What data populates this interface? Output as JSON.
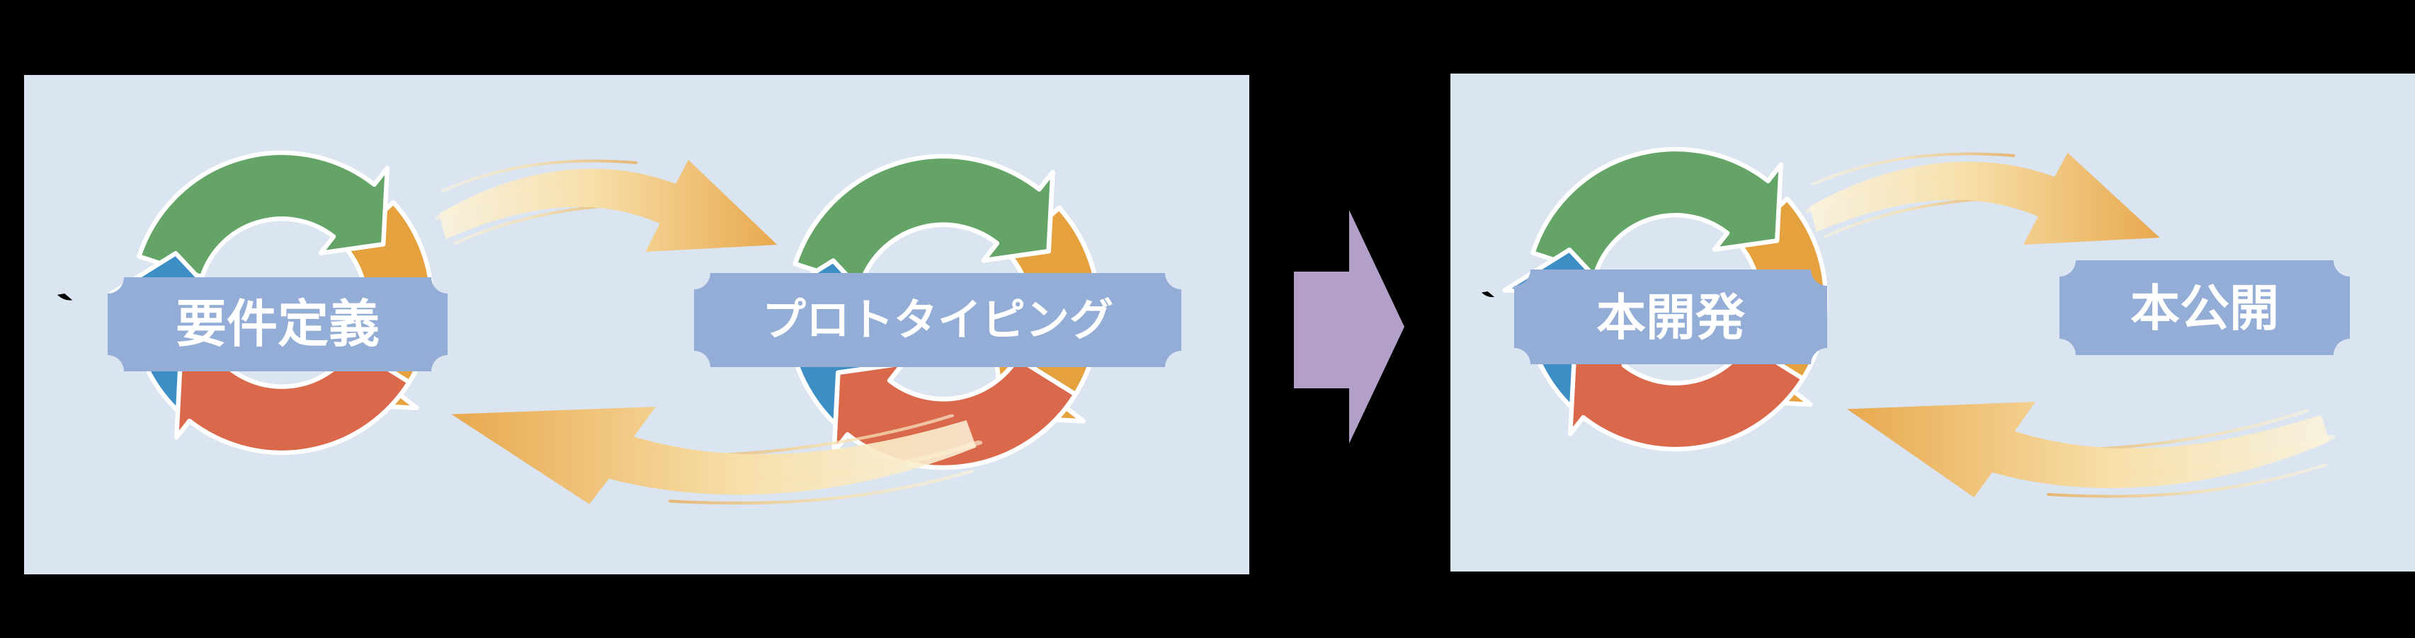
{
  "slide": {
    "kind": "agile-development-process-diagram",
    "panel_count": 2
  },
  "colors": {
    "background": "#000000",
    "panel_background": "#DBE4F1",
    "plaque_fill": "#93ADD6",
    "plaque_text": "#FFFFFF",
    "cycle_green": "#64A567",
    "cycle_orange": "#E5A13D",
    "cycle_red": "#D9694A",
    "cycle_blue": "#3E8EC6",
    "cycle_outline": "#FFFFFF",
    "swoosh_pale": "#FCF3DB",
    "swoosh_gold": "#E8A94E",
    "transition_arrow": "#B2A0C8",
    "tick_mark": "#000000"
  },
  "left_panel": {
    "tick_mark": "、",
    "stages": [
      {
        "label": "要件定義",
        "has_iteration_cycle": true
      },
      {
        "label": "プロトタイピング",
        "has_iteration_cycle": true
      }
    ]
  },
  "right_panel": {
    "tick_mark": "、",
    "stages": [
      {
        "label": "本開発",
        "has_iteration_cycle": true
      },
      {
        "label": "本公開",
        "has_iteration_cycle": false
      }
    ]
  },
  "icons": {
    "iteration_cycle": "four-color circular arrows (green/orange/red/blue) looping clockwise",
    "forward_swoosh": "gold brush swoosh arrow curving down-right",
    "return_swoosh": "gold brush swoosh arrow curving up-left",
    "transition_arrow": "purple block arrow pointing right between panels"
  }
}
